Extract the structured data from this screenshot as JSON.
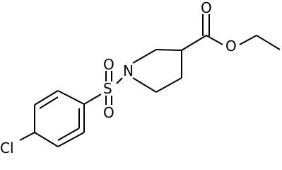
{
  "molecule": {
    "atom_labels": {
      "oxygen_carbonyl": "O",
      "oxygen_ester": "O",
      "nitrogen": "N",
      "sulfur": "S",
      "oxygen_sulfonyl_top": "O",
      "oxygen_sulfonyl_bottom": "O",
      "chlorine": "Cl"
    }
  }
}
